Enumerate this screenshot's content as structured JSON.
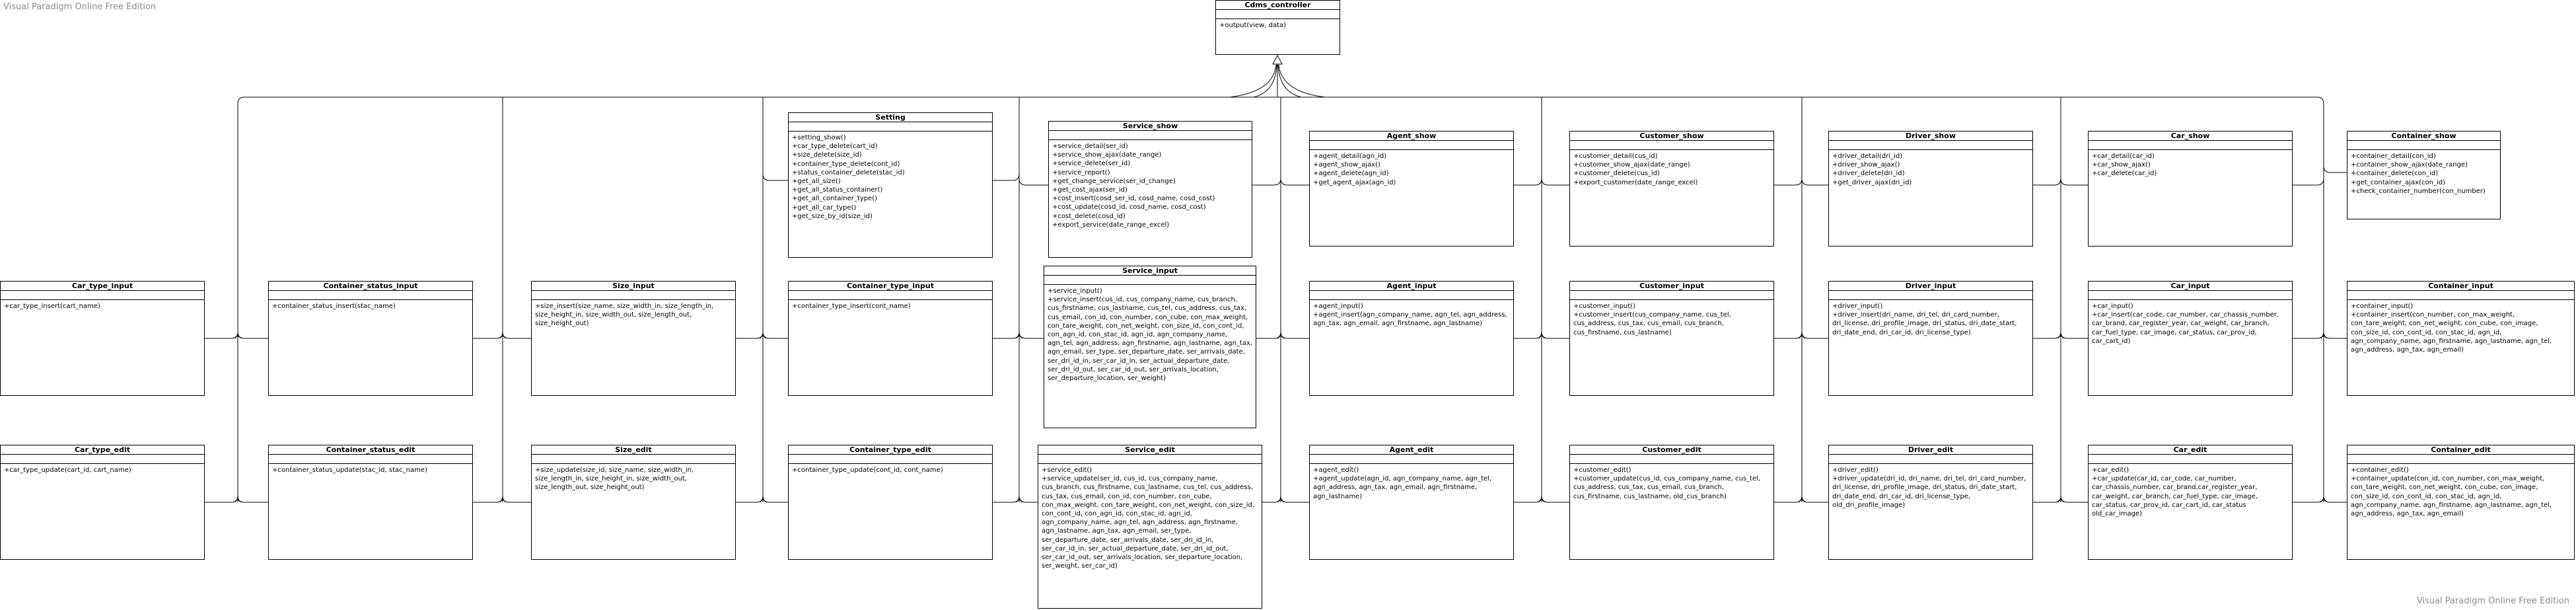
{
  "watermark": "Visual Paradigm Online Free Edition",
  "classes": {
    "cdms_controller": {
      "name": "Cdms_controller",
      "ops": [
        "+output(view, data)"
      ]
    },
    "setting": {
      "name": "Setting",
      "ops": [
        "+setting_show()",
        "+car_type_delete(cart_id)",
        "+size_delete(size_id)",
        "+container_type_delete(cont_id)",
        "+status_container_delete(stac_id)",
        "+get_all_size()",
        "+get_all_status_container()",
        "+get_all_container_type()",
        "+get_all_car_type()",
        "+get_size_by_id(size_id)"
      ]
    },
    "service_show": {
      "name": "Service_show",
      "ops": [
        "+service_detail(ser_id)",
        "+service_show_ajax(date_range)",
        "+service_delete(ser_id)",
        "+service_report()",
        "+get_change_service(ser_id_change)",
        "+get_cost_ajax(ser_id)",
        "+cost_insert(cosd_ser_id, cosd_name, cosd_cost)",
        "+cost_update(cosd_id, cosd_name, cosd_cost)",
        "+cost_delete(cosd_id)",
        "+export_service(date_range_excel)"
      ]
    },
    "agent_show": {
      "name": "Agent_show",
      "ops": [
        "+agent_detail(agn_id)",
        "+agent_show_ajax()",
        "+agent_delete(agn_id)",
        "+get_agent_ajax(agn_id)"
      ]
    },
    "customer_show": {
      "name": "Customer_show",
      "ops": [
        "+customer_detail(cus_id)",
        "+customer_show_ajax(date_range)",
        "+customer_delete(cus_id)",
        "+export_customer(date_range_excel)"
      ]
    },
    "driver_show": {
      "name": "Driver_show",
      "ops": [
        "+driver_detail(dri_id)",
        "+driver_show_ajax()",
        "+driver_delete(dri_id)",
        "+get_driver_ajax(dri_id)"
      ]
    },
    "car_show": {
      "name": "Car_show",
      "ops": [
        "+car_detail(car_id)",
        "+car_show_ajax()",
        "+car_delete(car_id)"
      ]
    },
    "container_show": {
      "name": "Container_show",
      "ops": [
        "+container_detail(con_id)",
        "+container_show_ajax(date_range)",
        "+container_delete(con_id)",
        "+get_container_ajax(con_id)",
        "+check_container_number(con_number)"
      ]
    },
    "car_type_input": {
      "name": "Car_type_input",
      "ops": [
        "+car_type_insert(cart_name)"
      ]
    },
    "container_status_input": {
      "name": "Container_status_input",
      "ops": [
        "+container_status_insert(stac_name)"
      ]
    },
    "size_input": {
      "name": "Size_input",
      "ops": [
        "+size_insert(size_name, size_width_in, size_length_in, size_height_in, size_width_out, size_length_out, size_height_out)"
      ]
    },
    "container_type_input": {
      "name": "Container_type_input",
      "ops": [
        "+container_type_insert(cont_name)"
      ]
    },
    "service_input": {
      "name": "Service_input",
      "ops": [
        "+service_input()",
        "+service_insert(cus_id, cus_company_name, cus_branch, cus_firstname, cus_lastname, cus_tel, cus_address, cus_tax, cus_email, con_id, con_number, con_cube, con_max_weight, con_tare_weight, con_net_weight, con_size_id, con_cont_id, con_agn_id, con_stac_id, agn_id, agn_company_name, agn_tel, agn_address, agn_firstname, agn_lastname, agn_tax, agn_email, ser_type, ser_departure_date, ser_arrivals_date, ser_dri_id_in, ser_car_id_in, ser_actual_departure_date, ser_dri_id_out, ser_car_id_out, ser_arrivals_location, ser_departure_location, ser_weight)"
      ]
    },
    "agent_input": {
      "name": "Agent_input",
      "ops": [
        "+agent_input()",
        "+agent_insert(agn_company_name, agn_tel, agn_address, agn_tax, agn_email, agn_firstname, agn_lastname)"
      ]
    },
    "customer_input": {
      "name": "Customer_input",
      "ops": [
        "+customer_input()",
        "+customer_insert(cus_company_name, cus_tel, cus_address, cus_tax, cus_email, cus_branch, cus_firstname, cus_lastname)"
      ]
    },
    "driver_input": {
      "name": "Driver_input",
      "ops": [
        "+driver_input()",
        "+driver_insert(dri_name, dri_tel, dri_card_number, dri_license, dri_profile_image, dri_status, dri_date_start, dri_date_end, dri_car_id, dri_license_type)"
      ]
    },
    "car_input": {
      "name": "Car_input",
      "ops": [
        "+car_input()",
        "+car_insert(car_code, car_number, car_chassis_number, car_brand, car_register_year, car_weight, car_branch, car_fuel_type, car_image, car_status, car_prov_id, car_cart_id)"
      ]
    },
    "container_input": {
      "name": "Container_input",
      "ops": [
        "+container_input()",
        "+container_insert(con_number, con_max_weight, con_tare_weight, con_net_weight, con_cube, con_image, con_size_id, con_cont_id, con_stac_id, agn_id, agn_company_name, agn_firstname, agn_lastname, agn_tel, agn_address, agn_tax, agn_email)"
      ]
    },
    "car_type_edit": {
      "name": "Car_type_edit",
      "ops": [
        "+car_type_update(cart_id, cart_name)"
      ]
    },
    "container_status_edit": {
      "name": "Container_status_edit",
      "ops": [
        "+container_status_update(stac_id, stac_name)"
      ]
    },
    "size_edit": {
      "name": "Size_edit",
      "ops": [
        "+size_update(size_id, size_name, size_width_in, size_length_in, size_height_in, size_width_out, size_length_out, size_height_out)"
      ]
    },
    "container_type_edit": {
      "name": "Container_type_edit",
      "ops": [
        "+container_type_update(cont_id, cont_name)"
      ]
    },
    "service_edit": {
      "name": "Service_edit",
      "ops": [
        "+service_edit()",
        "+service_update(ser_id, cus_id, cus_company_name, cus_branch, cus_firstname, cus_lastname, cus_tel, cus_address, cus_tax, cus_email, con_id, con_number, con_cube, con_max_weight, con_tare_weight, con_net_weight, con_size_id, con_cont_id, con_agn_id, con_stac_id, agn_id, agn_company_name, agn_tel, agn_address, agn_firstname, agn_lastname, agn_tax, agn_email, ser_type, ser_departure_date, ser_arrivals_date, ser_dri_id_in, ser_car_id_in, ser_actual_departure_date, ser_dri_id_out, ser_car_id_out, ser_arrivals_location, ser_departure_location, ser_weight, ser_car_id)"
      ]
    },
    "agent_edit": {
      "name": "Agent_edit",
      "ops": [
        "+agent_edit()",
        "+agent_update(agn_id, agn_company_name, agn_tel, agn_address, agn_tax, agn_email, agn_firstname, agn_lastname)"
      ]
    },
    "customer_edit": {
      "name": "Customer_edit",
      "ops": [
        "+customer_edit()",
        "+customer_update(cus_id, cus_company_name, cus_tel, cus_address, cus_tax, cus_email, cus_branch, cus_firstname, cus_lastname, old_cus_branch)"
      ]
    },
    "driver_edit": {
      "name": "Driver_edit",
      "ops": [
        "+driver_edit()",
        "+driver_update(dri_id, dri_name, dri_tel, dri_card_number, dri_license, dri_profile_image, dri_status, dri_date_start, dri_date_end, dri_car_id, dri_license_type, old_dri_profile_image)"
      ]
    },
    "car_edit": {
      "name": "Car_edit",
      "ops": [
        "+car_edit()",
        "+car_update(car_id, car_code, car_number, car_chassis_number, car_brand,car_register_year, car_weight, car_branch, car_fuel_type, car_image, car_status, car_prov_id, car_cart_id, car_status old_car_image)"
      ]
    },
    "container_edit": {
      "name": "Container_edit",
      "ops": [
        "+container_edit()",
        "+container_update(con_id, con_number, con_max_weight, con_tare_weight, con_net_weight, con_cube, con_image, con_size_id, con_cont_id, con_stac_id, agn_id, agn_company_name, agn_firstname, agn_lastname, agn_tel, agn_address, agn_tax, agn_email)"
      ]
    }
  }
}
